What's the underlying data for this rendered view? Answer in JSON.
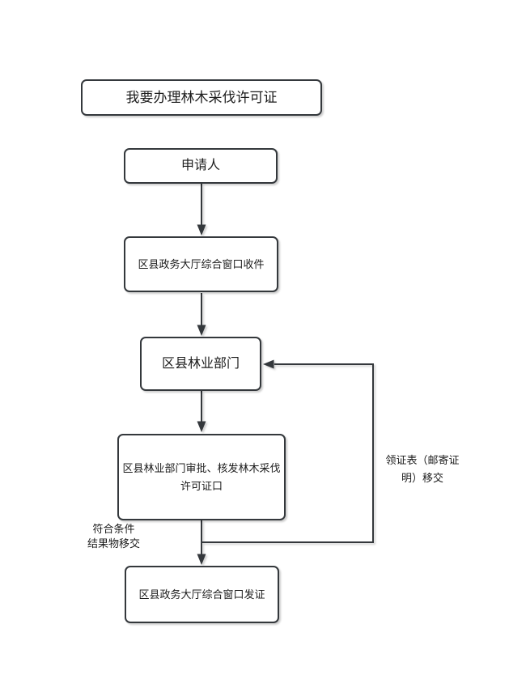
{
  "colors": {
    "stroke": "#34383c",
    "text": "#1c1c1c",
    "background": "#ffffff"
  },
  "flowchart": {
    "nodes": [
      {
        "id": "start",
        "label": "我要办理林木采伐许可证"
      },
      {
        "id": "applicant",
        "label": "申请人"
      },
      {
        "id": "window-receive",
        "label": "区县政务大厅综合窗口收件"
      },
      {
        "id": "forestry-dept",
        "label": "区县林业部门"
      },
      {
        "id": "approve-issue-permit",
        "line1": "区县林业部门审批、核发林木采伐",
        "line2": "许可证口"
      },
      {
        "id": "window-issue",
        "label": "区县政务大厅综合窗口发证"
      }
    ],
    "edge_labels": {
      "qualified": {
        "line1": "符合条件",
        "line2": "结果物移交"
      },
      "certificate": {
        "line1": "领证表（邮寄证",
        "line2": "明）移交"
      }
    }
  }
}
